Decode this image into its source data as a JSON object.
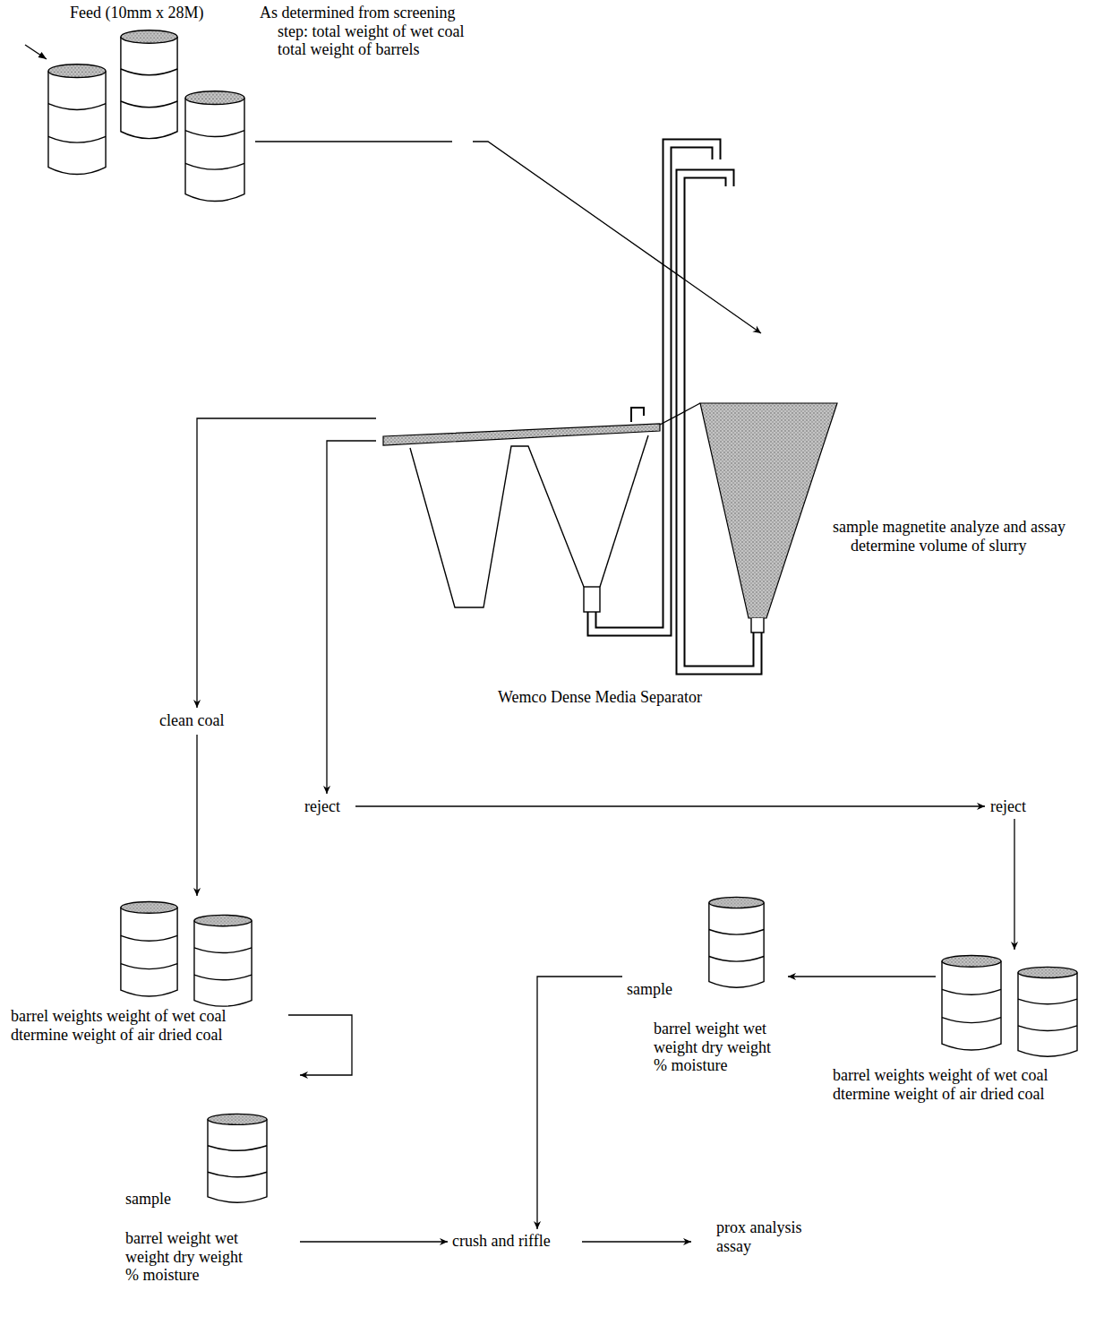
{
  "diagram": {
    "nodes": [
      {
        "text": [
          "Feed (10mm x 28M)",
          "As determined from screening step: total weight of wet coal total weight of barrels"
        ]
      },
      {
        "text": [
          "Wemco Dense Media Separator",
          "sample magnetite analyze and assay determine volume of slurry"
        ]
      },
      {
        "text": [
          "clean coal"
        ]
      },
      {
        "text": [
          "reject"
        ]
      },
      {
        "text": [
          "reject"
        ]
      },
      {
        "text": [
          "barrel weights weight of wet coal dtermine weight of air dried coal"
        ]
      },
      {
        "text": [
          "sample",
          "barrel weight wet weight dry weight % moisture"
        ]
      },
      {
        "text": [
          "barrel weights weight of wet coal dtermine weight of air dried coal"
        ]
      },
      {
        "text": [
          "sample",
          "barrel weight wet weight dry weight % moisture"
        ]
      },
      {
        "text": [
          "crush and riffle"
        ]
      },
      {
        "text": [
          "prox analysis assay"
        ]
      }
    ],
    "edges": [
      {
        "from": 0,
        "to": 1,
        "arrow": "to"
      },
      {
        "from": 1,
        "to": 2,
        "arrow": "to"
      },
      {
        "from": 1,
        "to": 3,
        "arrow": "to"
      },
      {
        "from": 3,
        "to": 4,
        "arrow": "to"
      },
      {
        "from": 4,
        "to": 7,
        "arrow": "to"
      },
      {
        "from": 2,
        "to": 5,
        "arrow": "to"
      },
      {
        "from": 5,
        "to": 6,
        "arrow": "to"
      },
      {
        "from": 7,
        "to": 8,
        "arrow": "to"
      },
      {
        "from": 8,
        "to": 9,
        "arrow": "to"
      },
      {
        "from": 6,
        "to": 9,
        "arrow": "to"
      },
      {
        "from": 9,
        "to": 10,
        "arrow": "to"
      }
    ]
  }
}
